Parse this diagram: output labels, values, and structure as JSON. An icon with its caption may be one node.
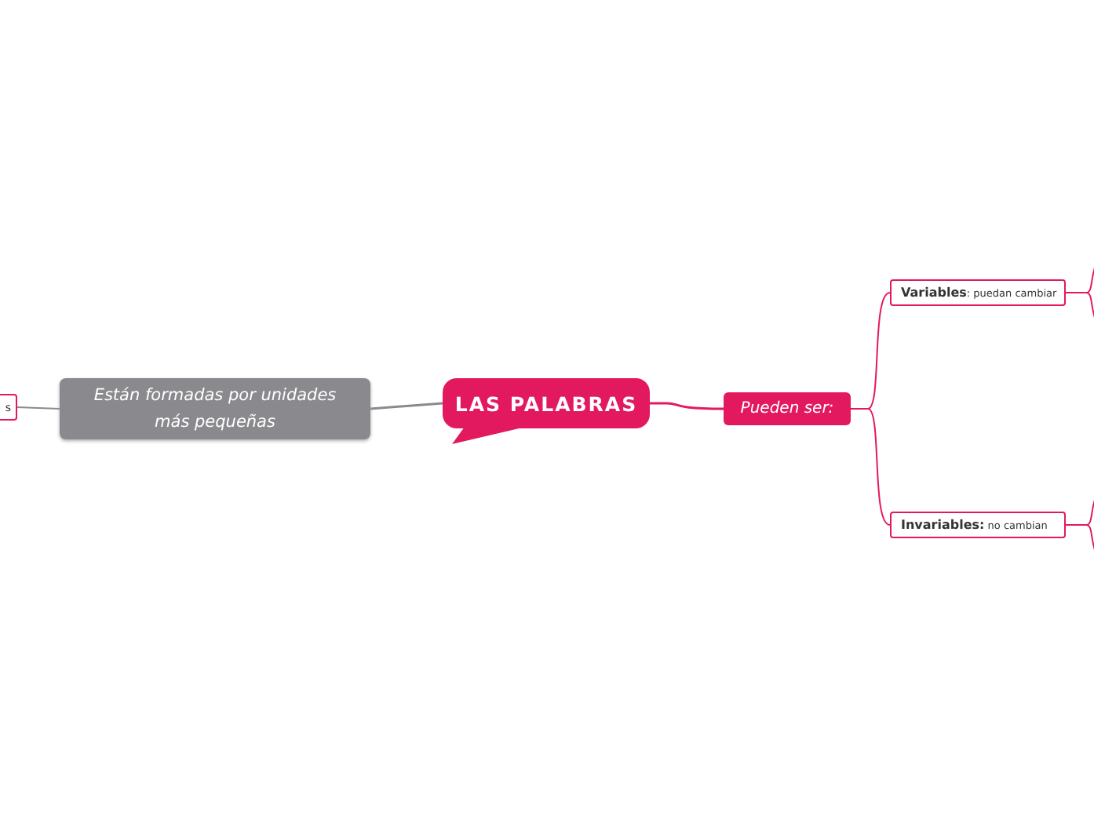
{
  "diagram": {
    "nodes": [
      {
        "text": [
          "LAS PALABRAS"
        ]
      },
      {
        "text": [
          "Están formadas por unidades más pequeñas"
        ]
      },
      {
        "text": [
          "s"
        ]
      },
      {
        "text": [
          "Pueden ser:"
        ]
      },
      {
        "text": [
          "**Variables**: puedan cambiar"
        ]
      },
      {
        "text": [
          "**Invariables:** no cambian"
        ]
      }
    ],
    "edges": [
      {
        "from": 0,
        "to": 1,
        "arrow": "none",
        "color": "#8a8a8e"
      },
      {
        "from": 1,
        "to": 2,
        "arrow": "none",
        "color": "#8a8a8e"
      },
      {
        "from": 0,
        "to": 3,
        "arrow": "none"
      },
      {
        "from": 3,
        "to": 4,
        "arrow": "none"
      },
      {
        "from": 3,
        "to": 5,
        "arrow": "none"
      },
      {
        "from": 4,
        "to": null,
        "arrow": "none"
      },
      {
        "from": 4,
        "to": null,
        "arrow": "none"
      },
      {
        "from": 5,
        "to": null,
        "arrow": "none"
      },
      {
        "from": 5,
        "to": null,
        "arrow": "none"
      }
    ]
  }
}
